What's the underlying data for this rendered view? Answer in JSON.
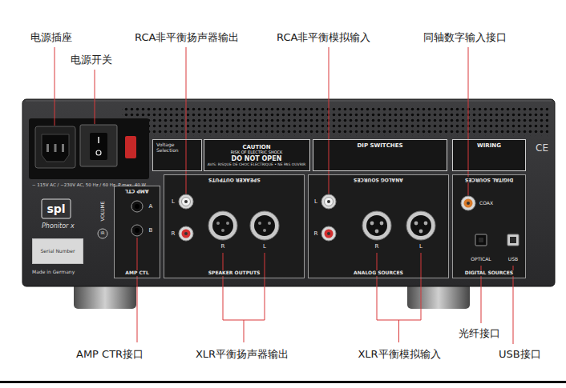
{
  "diagram": {
    "nodes": [
      {
        "text": [
          "AMP CTL",
          "AMP CTL"
        ]
      },
      {
        "text": [
          "SPEAKER OUTPUTS",
          "SPEAKER OUTPUTS"
        ]
      },
      {
        "text": [
          "ANALOG SOURCES",
          "ANALOG SOURCES"
        ]
      },
      {
        "text": [
          "DIGITAL SOURCES",
          "DIGITAL SOURCES"
        ]
      },
      {
        "text": [
          "CAUTION",
          "RISK OF ELECTRIC SHOCK",
          "DO NOT OPEN",
          "AVIS: RISQUE DE CHOC ÉLECTRIQUE • NE PAS OUVRIR"
        ]
      },
      {
        "text": [
          "DIP SWITCHES"
        ]
      },
      {
        "text": [
          "WIRING"
        ]
      },
      {
        "text": [
          "Serial Number"
        ]
      },
      {
        "text": [
          "Voltage Selection"
        ]
      }
    ],
    "labels": [
      "电源插座",
      "电源开关",
      "RCA非平衡扬声器输出",
      "RCA非平衡模拟输入",
      "同轴数字输入接口",
      "AMP CTR接口",
      "XLR平衡扬声器输出",
      "XLR平衡模拟输入",
      "光纤接口",
      "USB接口",
      "~ 115V AC / ~230V AC, 50 Hz / 60 Hz, P max. 40 W",
      "spl",
      "Phonitor x",
      "VOLUME",
      "IR",
      "Made in Germany",
      "A",
      "B",
      "L",
      "R",
      "R",
      "L",
      "L",
      "R",
      "R",
      "L",
      "COAX",
      "OPTICAL",
      "USB",
      "CE"
    ]
  }
}
